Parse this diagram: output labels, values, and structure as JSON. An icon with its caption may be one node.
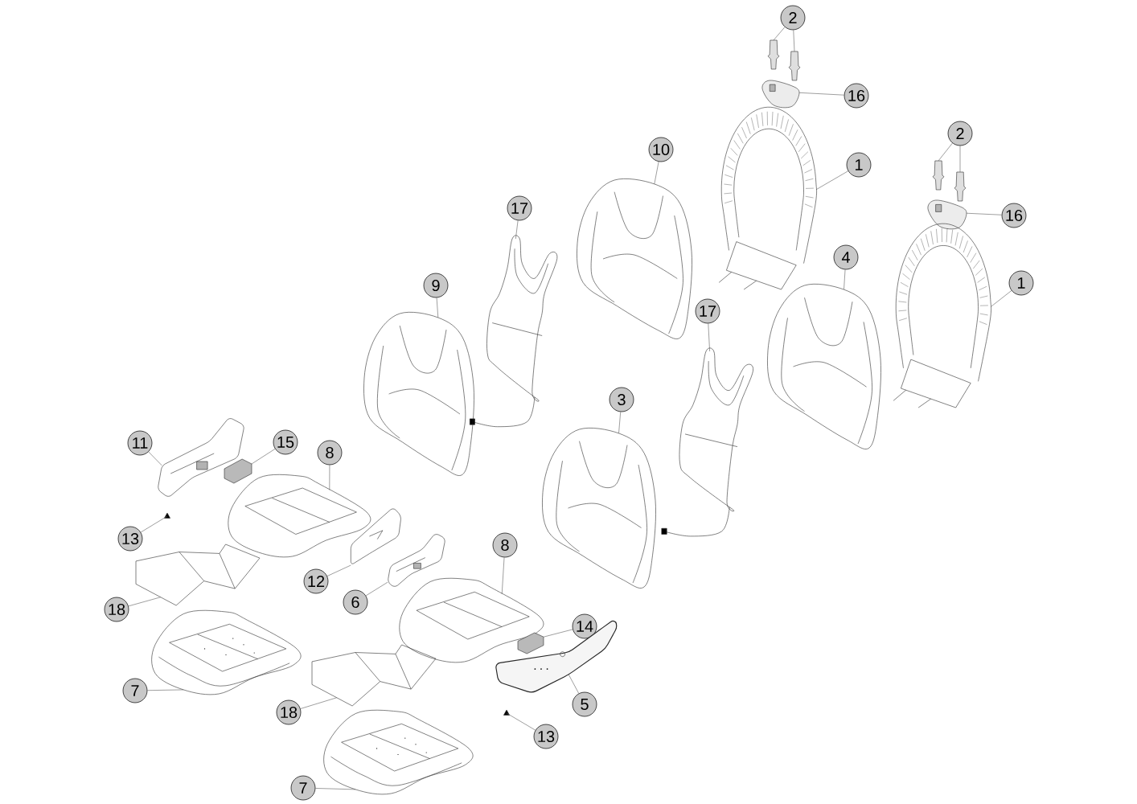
{
  "diagram": {
    "nodes": [
      {
        "text": [
          "2"
        ]
      },
      {
        "text": [],
        "shape": "picture"
      },
      {
        "text": [],
        "shape": "picture"
      },
      {
        "text": [
          "16"
        ]
      },
      {
        "text": [],
        "shape": "picture"
      },
      {
        "text": [
          "1"
        ]
      },
      {
        "text": [],
        "shape": "picture"
      },
      {
        "text": [
          "10"
        ]
      },
      {
        "text": [],
        "shape": "picture"
      },
      {
        "text": [
          "2"
        ]
      },
      {
        "text": [],
        "shape": "picture"
      },
      {
        "text": [],
        "shape": "picture"
      },
      {
        "text": [
          "16"
        ]
      },
      {
        "text": [],
        "shape": "picture"
      },
      {
        "text": [
          "17"
        ]
      },
      {
        "text": [],
        "shape": "picture"
      },
      {
        "text": [
          "1"
        ]
      },
      {
        "text": [],
        "shape": "picture"
      },
      {
        "text": [
          "4"
        ]
      },
      {
        "text": [],
        "shape": "picture"
      },
      {
        "text": [
          "9"
        ]
      },
      {
        "text": [],
        "shape": "picture"
      },
      {
        "text": [
          "17"
        ]
      },
      {
        "text": [],
        "shape": "picture"
      },
      {
        "text": [
          "3"
        ]
      },
      {
        "text": [],
        "shape": "picture"
      },
      {
        "text": [
          "11"
        ]
      },
      {
        "text": [],
        "shape": "picture"
      },
      {
        "text": [
          "15"
        ]
      },
      {
        "text": [],
        "shape": "picture"
      },
      {
        "text": [
          "8"
        ]
      },
      {
        "text": [],
        "shape": "picture"
      },
      {
        "text": [
          "13"
        ]
      },
      {
        "text": [],
        "shape": "picture"
      },
      {
        "text": [
          "18"
        ]
      },
      {
        "text": [],
        "shape": "picture"
      },
      {
        "text": [
          "8"
        ]
      },
      {
        "text": [],
        "shape": "picture"
      },
      {
        "text": [
          "12"
        ]
      },
      {
        "text": [],
        "shape": "picture"
      },
      {
        "text": [
          "6"
        ]
      },
      {
        "text": [],
        "shape": "picture"
      },
      {
        "text": [
          "14"
        ]
      },
      {
        "text": [],
        "shape": "picture"
      },
      {
        "text": [
          "7"
        ]
      },
      {
        "text": [],
        "shape": "picture"
      },
      {
        "text": [
          "5"
        ]
      },
      {
        "text": [],
        "shape": "picture"
      },
      {
        "text": [
          "18"
        ]
      },
      {
        "text": [],
        "shape": "picture"
      },
      {
        "text": [
          "13"
        ]
      },
      {
        "text": [],
        "shape": "picture"
      },
      {
        "text": [
          "7"
        ]
      },
      {
        "text": [],
        "shape": "picture"
      }
    ],
    "edges": [
      {
        "from": 0,
        "to": 1,
        "arrow": "none"
      },
      {
        "from": 0,
        "to": 2,
        "arrow": "none"
      },
      {
        "from": 3,
        "to": 4,
        "arrow": "none"
      },
      {
        "from": 5,
        "to": 6,
        "arrow": "none"
      },
      {
        "from": 7,
        "to": 8,
        "arrow": "none"
      },
      {
        "from": 9,
        "to": 10,
        "arrow": "none"
      },
      {
        "from": 9,
        "to": 11,
        "arrow": "none"
      },
      {
        "from": 12,
        "to": 13,
        "arrow": "none"
      },
      {
        "from": 14,
        "to": 15,
        "arrow": "none"
      },
      {
        "from": 16,
        "to": 17,
        "arrow": "none"
      },
      {
        "from": 18,
        "to": 19,
        "arrow": "none"
      },
      {
        "from": 20,
        "to": 21,
        "arrow": "none"
      },
      {
        "from": 22,
        "to": 23,
        "arrow": "none"
      },
      {
        "from": 24,
        "to": 25,
        "arrow": "none"
      },
      {
        "from": 26,
        "to": 27,
        "arrow": "none"
      },
      {
        "from": 28,
        "to": 29,
        "arrow": "none"
      },
      {
        "from": 30,
        "to": 31,
        "arrow": "none"
      },
      {
        "from": 32,
        "to": 33,
        "arrow": "none"
      },
      {
        "from": 34,
        "to": 35,
        "arrow": "none"
      },
      {
        "from": 36,
        "to": 37,
        "arrow": "none"
      },
      {
        "from": 38,
        "to": 39,
        "arrow": "none"
      },
      {
        "from": 40,
        "to": 41,
        "arrow": "none"
      },
      {
        "from": 42,
        "to": 43,
        "arrow": "none"
      },
      {
        "from": 44,
        "to": 45,
        "arrow": "none"
      },
      {
        "from": 46,
        "to": 47,
        "arrow": "none"
      },
      {
        "from": 48,
        "to": 49,
        "arrow": "none"
      },
      {
        "from": 50,
        "to": 51,
        "arrow": "none"
      },
      {
        "from": 52,
        "to": 53,
        "arrow": "none"
      }
    ]
  }
}
